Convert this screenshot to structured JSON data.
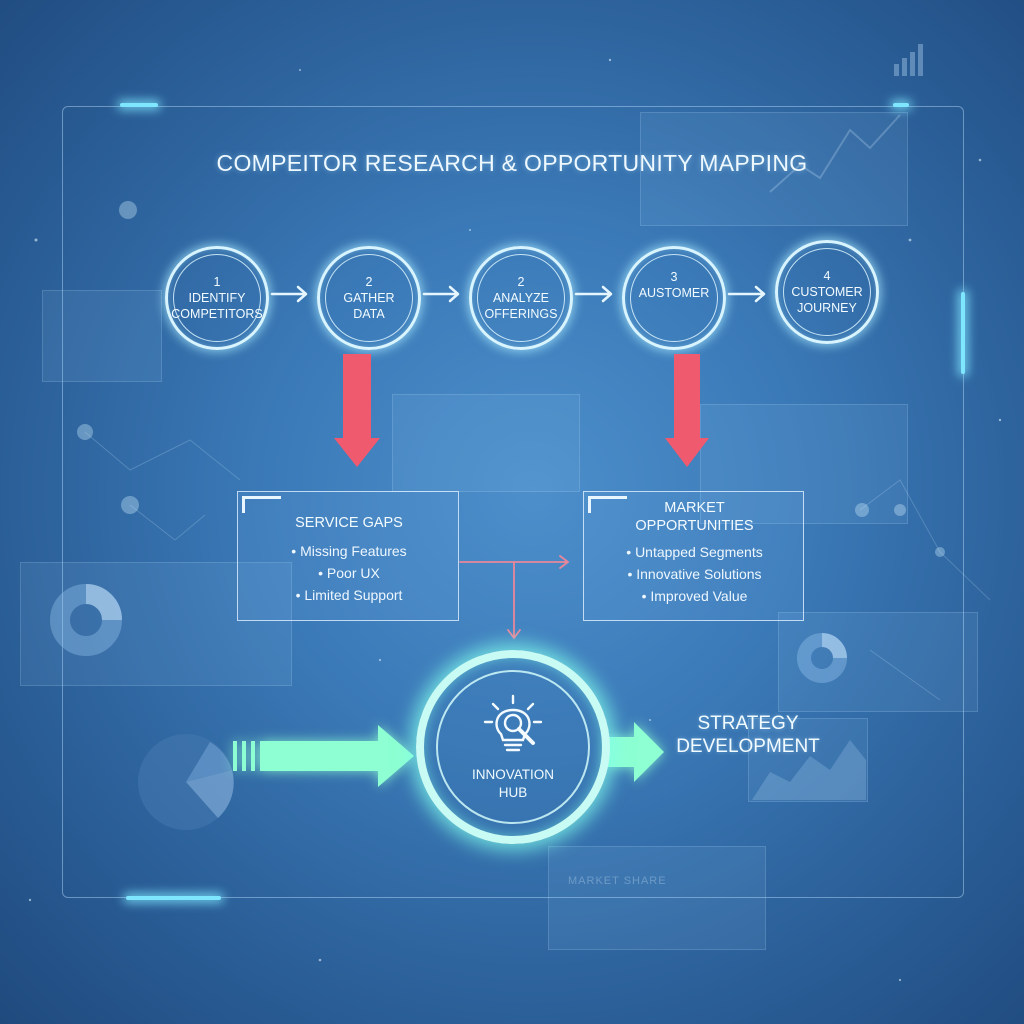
{
  "diagram": {
    "title": "COMPEITOR RESEARCH & OPPORTUNITY MAPPING",
    "steps": [
      {
        "number": "1",
        "line1": "IDENTIFY",
        "line2": "COMPETITORS"
      },
      {
        "number": "2",
        "line1": "GATHER",
        "line2": "DATA"
      },
      {
        "number": "2",
        "line1": "ANALYZE",
        "line2": "OFFERINGS"
      },
      {
        "number": "3",
        "line1": "AUSTOMER",
        "line2": ""
      },
      {
        "number": "4",
        "line1": "CUSTOMER",
        "line2": "JOURNEY"
      }
    ],
    "service_gaps": {
      "title": "SERVICE GAPS",
      "items": [
        "• Missing Features",
        "• Poor UX",
        "• Limited Support"
      ]
    },
    "market_opportunities": {
      "title_line1": "MARKET",
      "title_line2": "OPPORTUNITIES",
      "items": [
        "• Untapped Segments",
        "• Innovative Solutions",
        "• Improved Value"
      ]
    },
    "hub": {
      "line1": "INNOVATION",
      "line2": "HUB",
      "icon": "lightbulb-magnifier-icon"
    },
    "strategy": {
      "line1": "STRATEGY",
      "line2": "DEVELOPMENT"
    },
    "background": {
      "market_share_label": "MARKET SHARE"
    },
    "colors": {
      "accent_red": "#f05a6e",
      "accent_green": "#8dffd2",
      "circle_glow": "#d8f4ff",
      "hub_glow": "#c8fbf4",
      "connector_pink": "#e8879b"
    }
  }
}
